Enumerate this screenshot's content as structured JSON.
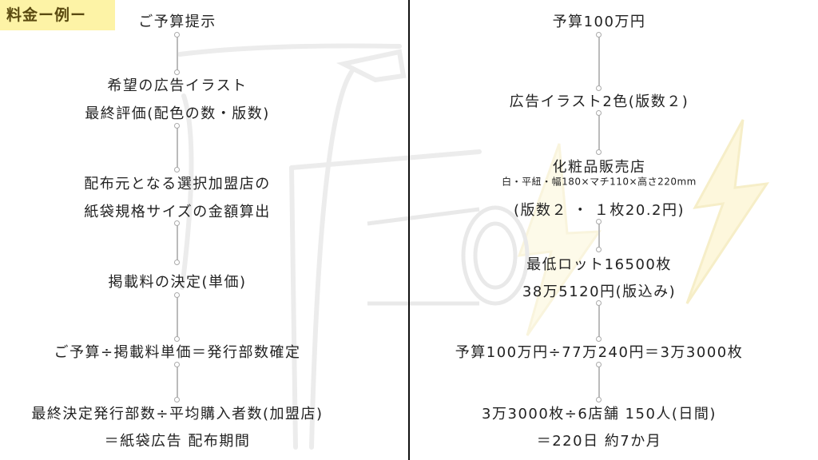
{
  "header": {
    "badge": "料金ー例ー"
  },
  "left": {
    "steps": [
      "ご予算提示",
      "希望の広告イラスト",
      "最終評価(配色の数・版数)",
      "配布元となる選択加盟店の",
      "紙袋規格サイズの金額算出",
      "掲載料の決定(単価)",
      "ご予算÷掲載料単価＝発行部数確定",
      "最終決定発行部数÷平均購入者数(加盟店)",
      "＝紙袋広告 配布期間"
    ]
  },
  "right": {
    "steps": [
      "予算100万円",
      "広告イラスト2色(版数２)",
      "化粧品販売店",
      "白・平紐・幅180×マチ110×高さ220mm",
      "(版数２ ・ １枚20.2円)",
      "最低ロット16500枚",
      "38万5120円(版込み)",
      "予算100万円÷77万240円＝3万3000枚",
      "3万3000枚÷6店舗 150人(日間)",
      "＝220日 約7か月"
    ]
  },
  "colors": {
    "badge_bg": "#fdf3a6",
    "divider": "#111111",
    "connector": "#bbbbbb"
  }
}
